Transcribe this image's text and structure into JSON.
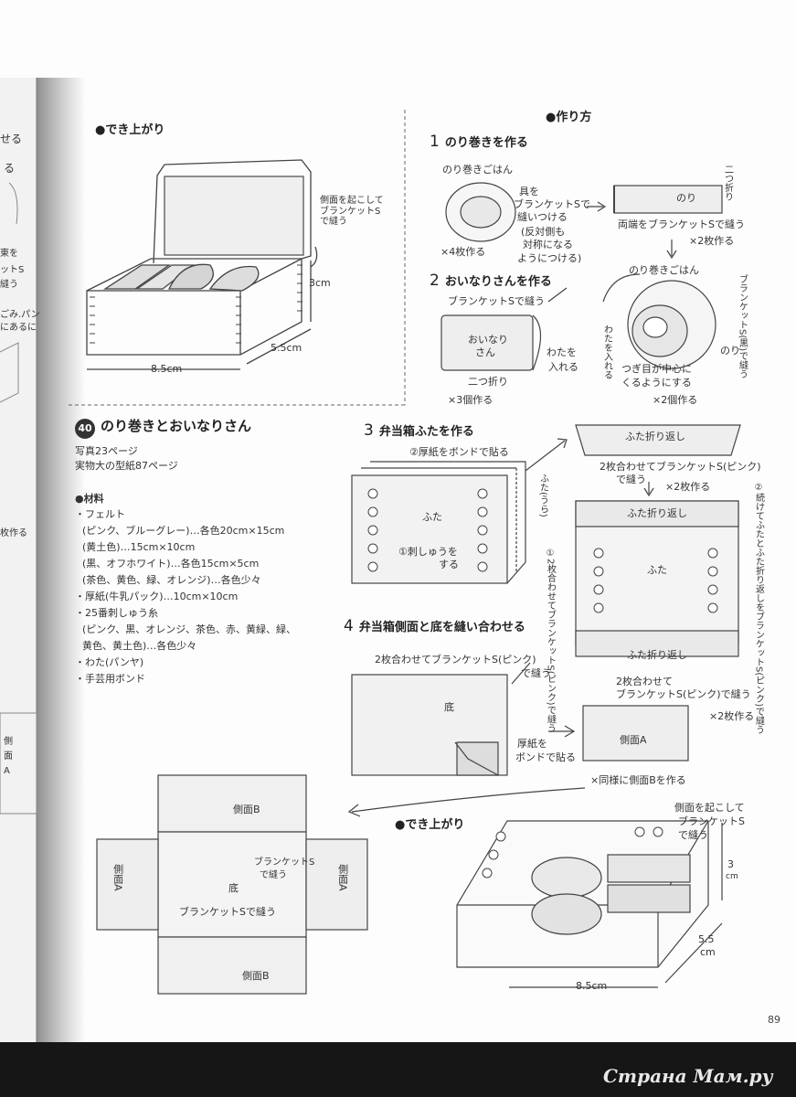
{
  "left_edge": {
    "frag1": "せる",
    "frag2": "る",
    "frag3": "東を",
    "frag4": "ットS",
    "frag5": "縫う",
    "frag6": "ごみ.パン",
    "frag7": "にあるに",
    "frag8": "枚作る",
    "frag9": "側",
    "frag10": "面",
    "frag11": "A"
  },
  "finished_top": {
    "title": "●でき上がり",
    "note": "側面を起こしてブランケットSで縫う",
    "height": "3cm",
    "depth": "5.5cm",
    "width": "8.5cm"
  },
  "project": {
    "number": "40",
    "title": "のり巻きとおいなりさん",
    "photo_ref": "写真23ページ",
    "pattern_ref": "実物大の型紙87ページ"
  },
  "materials": {
    "heading": "●材料",
    "lines": [
      "・フェルト",
      "(ピンク、ブルーグレー)…各色20cm×15cm",
      "(黄土色)…15cm×10cm",
      "(黒、オフホワイト)…各色15cm×5cm",
      "(茶色、黄色、緑、オレンジ)…各色少々",
      "・厚紙(牛乳パック)…10cm×10cm",
      "・25番刺しゅう糸",
      "(ピンク、黒、オレンジ、茶色、赤、黄緑、緑、",
      "黄色、黄土色)…各色少々",
      "・わた(パンヤ)",
      "・手芸用ボンド"
    ]
  },
  "howto": {
    "title": "●作り方",
    "step1": {
      "num": "1",
      "title": "のり巻きを作る",
      "rice": "のり巻きごはん",
      "gu": "具を",
      "gu2": "ブランケットSで",
      "gu3": "縫いつける",
      "gu4": "(反対側も",
      "gu5": "対称になる",
      "gu6": "ようにつける)",
      "count": "×4枚作る",
      "nori": "のり",
      "fold": "二つ折り",
      "ends": "両端をブランケットSで縫う",
      "count2": "×2枚作る",
      "rice2": "のり巻きごはん",
      "sew": "ブランケットS(黒)で縫う",
      "cotton": "わたを入れる",
      "nori2": "のり",
      "seam": "つぎ目が中心に",
      "seam2": "くるようにする",
      "count3": "×2個作る"
    },
    "step2": {
      "num": "2",
      "title": "おいなりさんを作る",
      "sew": "ブランケットSで縫う",
      "label": "おいなり",
      "label2": "さん",
      "cotton": "わたを",
      "cotton2": "入れる",
      "fold": "二つ折り",
      "count": "×3個作る"
    },
    "step3": {
      "num": "3",
      "title": "弁当箱ふたを作る",
      "bond": "②厚紙をボンドで貼る",
      "lid": "ふた",
      "lid_back": "ふた(うら)",
      "embroider": "①刺しゅうを",
      "embroider2": "する",
      "fold_back": "ふた折り返し",
      "pair_sew": "2枚合わせてブランケットS(ピンク)",
      "pair_sew2": "で縫う",
      "count": "×2枚作る",
      "fold_back2": "ふた折り返し",
      "fold_back3": "ふた折り返し",
      "lid2": "ふた",
      "left_note": "①2枚合わせてブランケットS(ピンク)で縫う",
      "right_note": "②続けてふたとふた折り返しをブランケットS(ピンク)で縫う"
    },
    "step4": {
      "num": "4",
      "title": "弁当箱側面と底を縫い合わせる",
      "pair_sew": "2枚合わせてブランケットS(ピンク)",
      "pair_sew2": "で縫う",
      "bottom": "底",
      "board": "厚紙を",
      "board2": "ボンドで貼る",
      "side_pair": "2枚合わせて",
      "side_pair2": "ブランケットS(ピンク)で縫う",
      "side_a": "側面A",
      "count": "×2枚作る",
      "same_b": "×同様に側面Bを作る"
    },
    "assembly": {
      "side_b_top": "側面B",
      "side_b_bottom": "側面B",
      "side_a_left": "側面A",
      "side_a_right": "側面A",
      "bottom": "底",
      "sew1": "ブランケットS",
      "sew1b": "で縫う",
      "sew2": "ブランケットSで縫う"
    },
    "finished": {
      "title": "●でき上がり",
      "note": "側面を起こして",
      "note2": "ブランケットS",
      "note3": "で縫う",
      "height": "3",
      "height_unit": "cm",
      "depth": "5.5",
      "depth_unit": "cm",
      "width": "8.5cm"
    }
  },
  "page_number": "89",
  "watermark": "Страна Мам.ру"
}
